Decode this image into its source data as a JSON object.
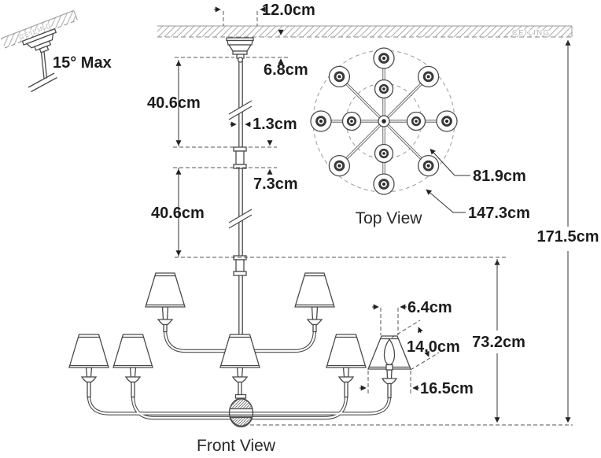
{
  "labels": {
    "top_view": "Top View",
    "front_view": "Front View",
    "ceiling": "CEILING",
    "tilt_max": "15° Max"
  },
  "dimensions": {
    "canopy_width": "12.0cm",
    "ceiling_to_canopy_drop": "6.8cm",
    "upper_rod_section": "40.6cm",
    "rod_diameter": "1.3cm",
    "rod_coupler": "7.3cm",
    "lower_rod_section": "40.6cm",
    "inner_arm_ring_diameter": "81.9cm",
    "overall_diameter": "147.3cm",
    "overall_height": "171.5cm",
    "fixture_body_height": "73.2cm",
    "shade_top_diameter": "6.4cm",
    "shade_slant_height": "14.0cm",
    "shade_bottom_diameter": "16.5cm"
  },
  "colors": {
    "background": "#ffffff",
    "line": "#4a4a4a",
    "dimension_line": "#333333",
    "text": "#1c1c1c",
    "ceiling_text": "#b5b5b5",
    "hatch": "#ababab"
  }
}
